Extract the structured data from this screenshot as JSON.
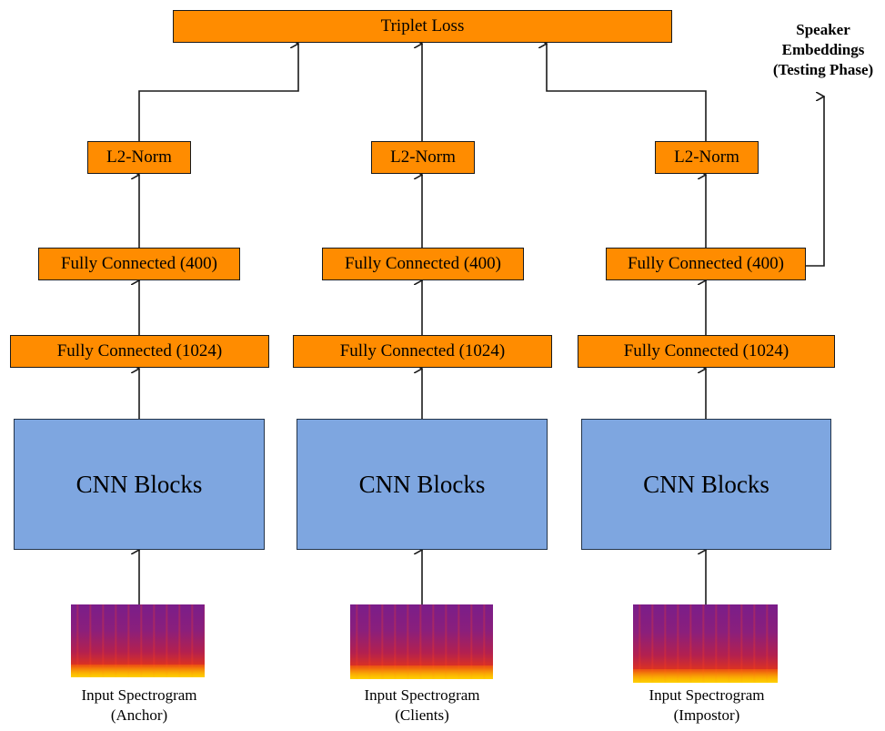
{
  "diagram": {
    "triplet_loss": "Triplet Loss",
    "side_label": [
      "Speaker",
      "Embeddings",
      "(Testing Phase)"
    ],
    "columns": [
      {
        "l2_norm": "L2-Norm",
        "fc_400": "Fully Connected (400)",
        "fc_1024": "Fully Connected (1024)",
        "cnn": "CNN Blocks",
        "caption": [
          "Input Spectrogram",
          "(Anchor)"
        ]
      },
      {
        "l2_norm": "L2-Norm",
        "fc_400": "Fully Connected (400)",
        "fc_1024": "Fully Connected (1024)",
        "cnn": "CNN Blocks",
        "caption": [
          "Input Spectrogram",
          "(Clients)"
        ]
      },
      {
        "l2_norm": "L2-Norm",
        "fc_400": "Fully Connected (400)",
        "fc_1024": "Fully Connected (1024)",
        "cnn": "CNN Blocks",
        "caption": [
          "Input Spectrogram",
          "(Impostor)"
        ]
      }
    ],
    "colors": {
      "layer_fill": "#ff8c00",
      "cnn_fill": "#7ea6e0",
      "arrow": "#1a1a1a"
    }
  }
}
